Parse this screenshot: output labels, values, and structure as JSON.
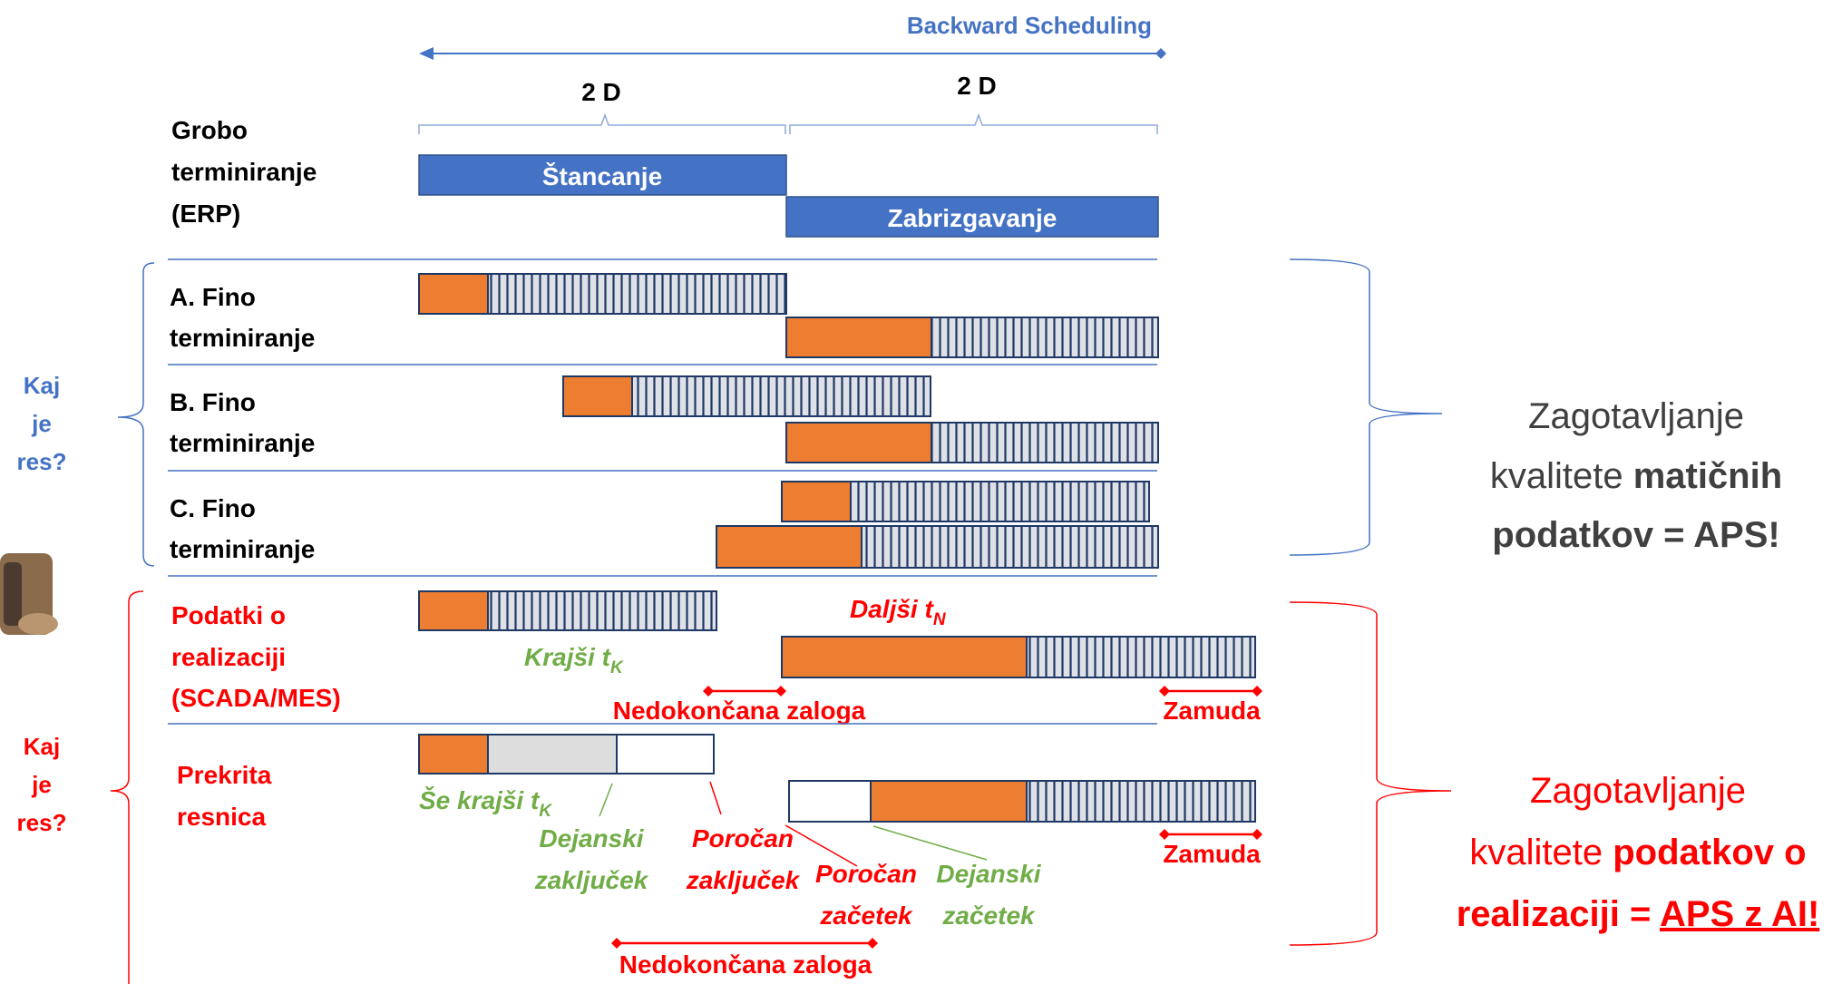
{
  "colors": {
    "blue": "#4472c4",
    "dark_blue": "#1f3864",
    "orange": "#ed7d31",
    "red": "#ff0000",
    "green": "#70ad47",
    "gray_fill": "#dddddd",
    "dark_text": "#404040",
    "black": "#000000"
  },
  "header": {
    "backward_scheduling": "Backward Scheduling",
    "duration_left": "2 D",
    "duration_right": "2 D"
  },
  "rough": {
    "label_line1": "Grobo",
    "label_line2": "terminiranje",
    "label_line3": "(ERP)",
    "op1": "Štancanje",
    "op2": "Zabrizgavanje"
  },
  "fine": [
    {
      "line1": "A. Fino",
      "line2": "terminiranje"
    },
    {
      "line1": "B. Fino",
      "line2": "terminiranje"
    },
    {
      "line1": "C. Fino",
      "line2": "terminiranje"
    }
  ],
  "side_questions": {
    "upper": [
      "Kaj",
      "je",
      "res?"
    ],
    "lower": [
      "Kaj",
      "je",
      "res?"
    ]
  },
  "realization": {
    "label_line1": "Podatki o",
    "label_line2": "realizaciji",
    "label_line3": "(SCADA/MES)",
    "longer": "Daljši t",
    "longer_sub": "N",
    "shorter": "Krajši t",
    "shorter_sub": "K",
    "wip": "Nedokončana zaloga",
    "delay": "Zamuda"
  },
  "hidden": {
    "label_line1": "Prekrita",
    "label_line2": "resnica",
    "even_shorter": "Še krajši t",
    "even_shorter_sub": "K",
    "actual_finish_1": "Dejanski",
    "actual_finish_2": "zaključek",
    "reported_finish_1": "Poročan",
    "reported_finish_2": "zaključek",
    "reported_start_1": "Poročan",
    "reported_start_2": "začetek",
    "actual_start_1": "Dejanski",
    "actual_start_2": "začetek",
    "delay": "Zamuda",
    "wip": "Nedokončana zaloga"
  },
  "right_upper": {
    "line1": "Zagotavljanje",
    "line2_plain": "kvalitete ",
    "line2_bold": "matičnih",
    "line3": "podatkov = APS!"
  },
  "right_lower": {
    "line1": "Zagotavljanje",
    "line2_plain": "kvalitete ",
    "line2_bold": "podatkov o",
    "line3_bold": "realizaciji = ",
    "line3_underlined": "APS z AI!"
  }
}
